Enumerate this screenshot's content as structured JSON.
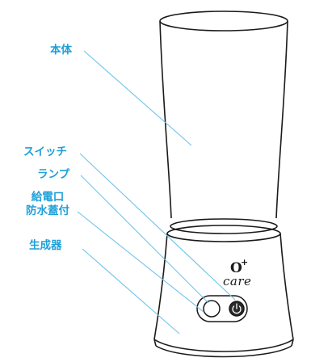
{
  "labels": {
    "body": "本体",
    "switch": "スイッチ",
    "lamp": "ランプ",
    "port_line1": "給電口",
    "port_line2": "防水蓋付",
    "generator": "生成器"
  },
  "logo": {
    "o": "O",
    "plus": "+",
    "care": "care"
  },
  "colors": {
    "label": "#1f9fd8",
    "leader_line": "#6fc3ea",
    "outline": "#1a1a1a"
  }
}
